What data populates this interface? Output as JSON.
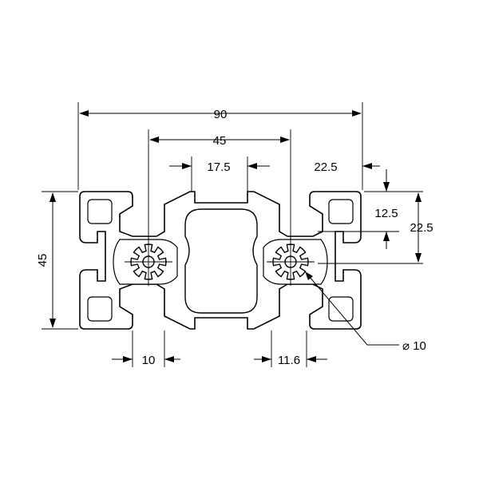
{
  "drawing": {
    "dimensions": {
      "overall_width": "90",
      "center_spacing": "45",
      "slot_opening": "17.5",
      "edge_to_slot": "22.5",
      "overall_height": "45",
      "half_height_right": "22.5",
      "slot_offset_right": "12.5",
      "slot_width_left": "10",
      "slot_width_bottom": "11.6",
      "core_hole": "⌀ 10"
    }
  }
}
